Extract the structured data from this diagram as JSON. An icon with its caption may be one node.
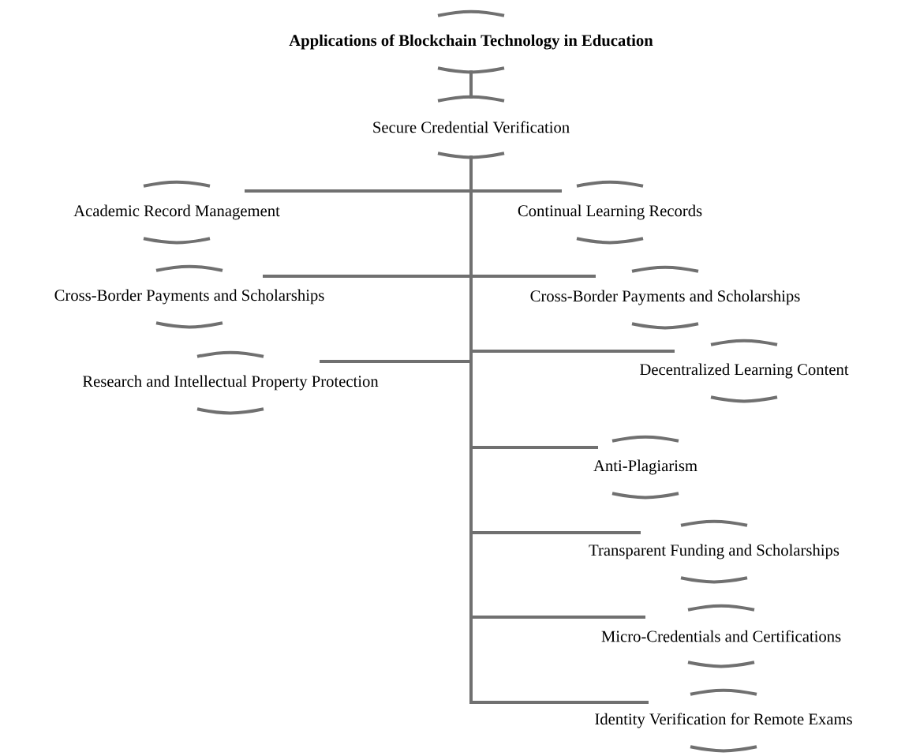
{
  "diagram": {
    "nodes": [
      {
        "text": [
          "Applications of Blockchain Technology in Education"
        ]
      },
      {
        "text": [
          "Secure Credential Verification"
        ]
      },
      {
        "text": [
          "Academic Record Management"
        ]
      },
      {
        "text": [
          "Continual Learning Records"
        ]
      },
      {
        "text": [
          "Cross-Border Payments and Scholarships"
        ]
      },
      {
        "text": [
          "Cross-Border Payments and Scholarships"
        ]
      },
      {
        "text": [
          "Research and Intellectual Property Protection"
        ]
      },
      {
        "text": [
          "Decentralized Learning Content"
        ]
      },
      {
        "text": [
          "Anti-Plagiarism"
        ]
      },
      {
        "text": [
          "Transparent Funding and Scholarships"
        ]
      },
      {
        "text": [
          "Micro-Credentials and Certifications"
        ]
      },
      {
        "text": [
          "Identity Verification for Remote Exams"
        ]
      }
    ],
    "edges": [
      {
        "from": 0,
        "to": 1,
        "arrow": "none"
      },
      {
        "from": 1,
        "to": 2,
        "arrow": "none"
      },
      {
        "from": 1,
        "to": 3,
        "arrow": "none"
      },
      {
        "from": 1,
        "to": 4,
        "arrow": "none"
      },
      {
        "from": 1,
        "to": 5,
        "arrow": "none"
      },
      {
        "from": 1,
        "to": 6,
        "arrow": "none"
      },
      {
        "from": 1,
        "to": 7,
        "arrow": "none"
      },
      {
        "from": 1,
        "to": 8,
        "arrow": "none"
      },
      {
        "from": 1,
        "to": 9,
        "arrow": "none"
      },
      {
        "from": 1,
        "to": 10,
        "arrow": "none"
      },
      {
        "from": 1,
        "to": 11,
        "arrow": "none"
      }
    ]
  }
}
